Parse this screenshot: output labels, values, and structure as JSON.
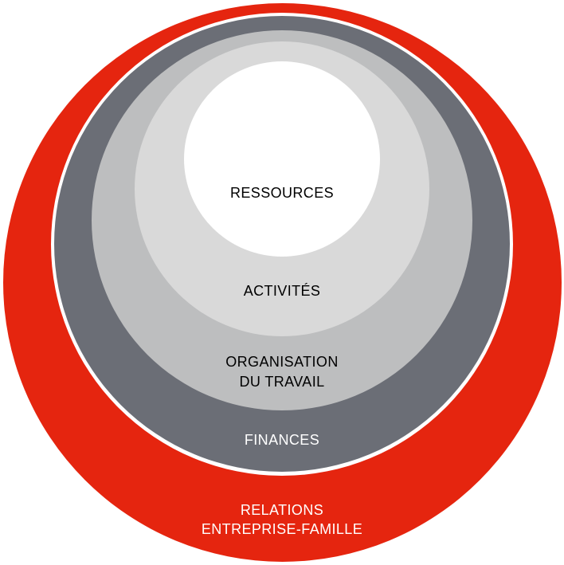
{
  "diagram": {
    "type": "nested-circles",
    "layers": [
      {
        "label": "RESSOURCES",
        "fill_color": "#ffffff",
        "text_color": "#000000",
        "level": 1
      },
      {
        "label": "ACTIVITÉS",
        "fill_color": "#d9d9d9",
        "text_color": "#000000",
        "level": 2
      },
      {
        "label": "ORGANISATION\nDU TRAVAIL",
        "fill_color": "#bdbebf",
        "text_color": "#000000",
        "level": 3
      },
      {
        "label": "FINANCES",
        "fill_color": "#6b6e76",
        "text_color": "#ffffff",
        "level": 4
      },
      {
        "label": "RELATIONS\nENTREPRISE-FAMILLE",
        "fill_color": "#e5250f",
        "text_color": "#ffffff",
        "level": 5
      }
    ],
    "separator": {
      "between": [
        "FINANCES",
        "RELATIONS ENTREPRISE-FAMILLE"
      ],
      "color": "#ffffff"
    },
    "background_color": "#ffffff"
  }
}
